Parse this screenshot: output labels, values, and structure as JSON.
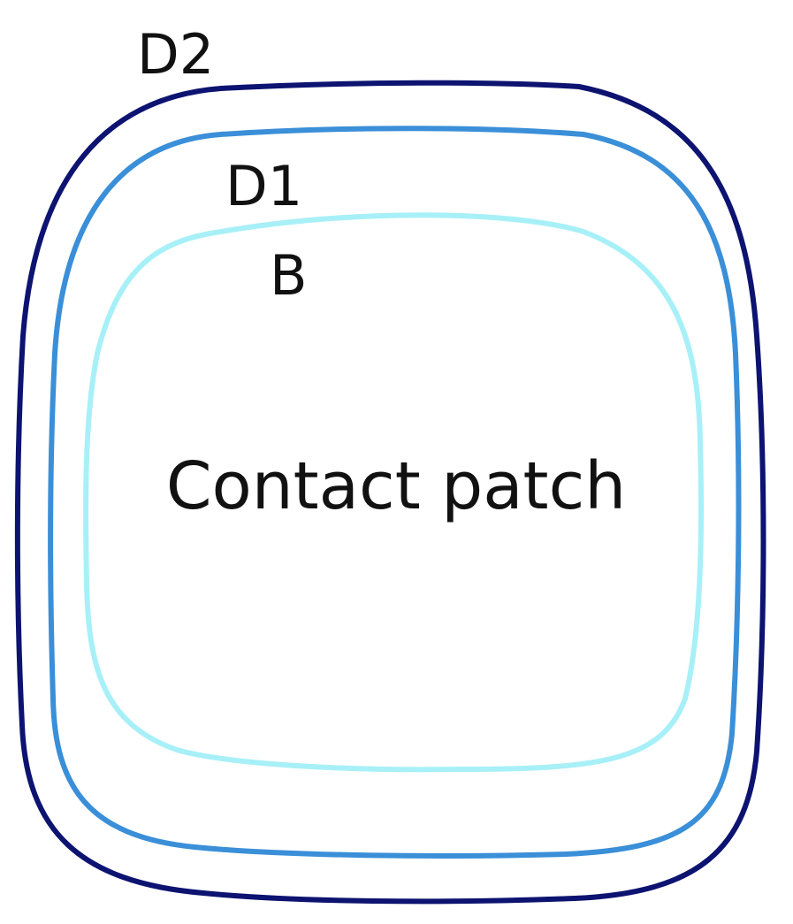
{
  "diagram": {
    "center_label": "Contact patch",
    "contours": [
      {
        "id": "D2",
        "label": "D2",
        "color": "#0d1370"
      },
      {
        "id": "D1",
        "label": "D1",
        "color": "#3a8fd8"
      },
      {
        "id": "B",
        "label": "B",
        "color": "#a8f0f7"
      }
    ]
  }
}
